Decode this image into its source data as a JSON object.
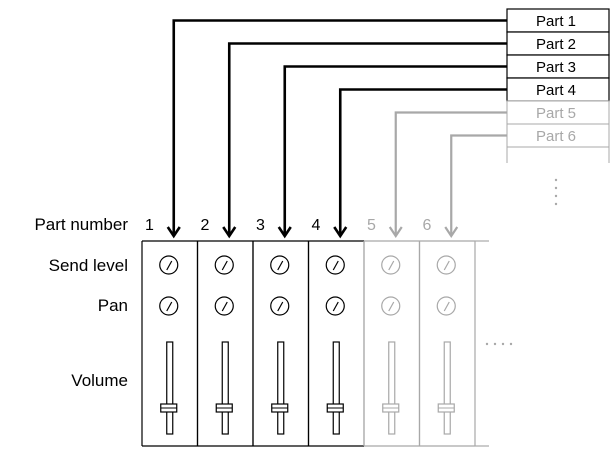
{
  "parts": [
    {
      "label": "Part 1",
      "number": "1",
      "active": true
    },
    {
      "label": "Part 2",
      "number": "2",
      "active": true
    },
    {
      "label": "Part 3",
      "number": "3",
      "active": true
    },
    {
      "label": "Part 4",
      "number": "4",
      "active": true
    },
    {
      "label": "Part 5",
      "number": "5",
      "active": false
    },
    {
      "label": "Part 6",
      "number": "6",
      "active": false
    }
  ],
  "row_labels": {
    "part_number": "Part number",
    "send_level": "Send level",
    "pan": "Pan",
    "volume": "Volume"
  },
  "colors": {
    "active": "#000000",
    "inactive": "#a8a8a8"
  }
}
